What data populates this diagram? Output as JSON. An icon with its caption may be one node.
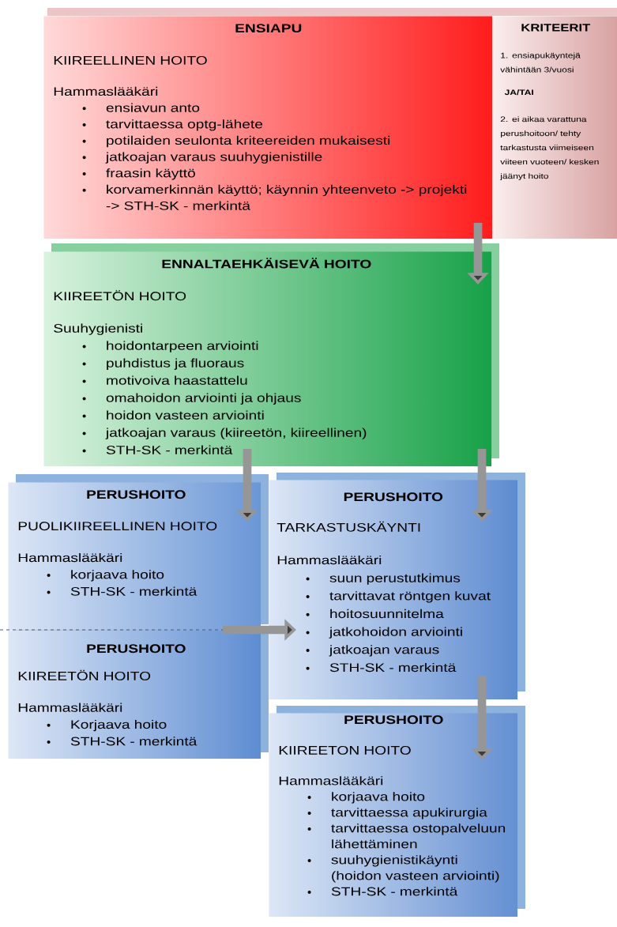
{
  "diagram": {
    "nodes": [
      {
        "text": [
          "ENSIAPU",
          "KIIREELLINEN HOITO",
          "Hammaslääkäri",
          "ensiavun anto",
          "tarvittaessa optg-lähete",
          "potilaiden seulonta kriteereiden mukaisesti",
          "jatkoajan varaus suuhygienistille",
          "fraasin käyttö",
          "korvamerkinnän käyttö; käynnin yhteenveto -> projekti -> STH-SK - merkintä"
        ]
      },
      {
        "text": [
          "KRITEERIT",
          "1. ensiapukäyntejä vähintään 3/vuosi",
          "JA/TAI",
          "2. ei aikaa varattuna perushoitoon/ tehty tarkastusta viimeiseen viiteen vuoteen/ kesken jäänyt hoito"
        ]
      },
      {
        "text": [
          "ENNALTAEHKÄISEVÄ HOITO",
          "KIIREETÖN HOITO",
          "Suuhygienisti",
          "hoidontarpeen arviointi",
          "puhdistus ja fluoraus",
          "motivoiva haastattelu",
          "omahoidon arviointi ja ohjaus",
          "hoidon vasteen arviointi",
          "jatkoajan varaus (kiireetön, kiireellinen)",
          "STH-SK - merkintä"
        ]
      },
      {
        "text": [
          "PERUSHOITO",
          "PUOLIKIIREELLINEN HOITO",
          "Hammaslääkäri",
          "korjaava hoito",
          "STH-SK - merkintä"
        ]
      },
      {
        "text": [
          "PERUSHOITO",
          "KIIREETÖN HOITO",
          "Hammaslääkäri",
          "Korjaava hoito",
          "STH-SK - merkintä"
        ]
      },
      {
        "text": [
          "PERUSHOITO",
          "TARKASTUSKÄYNTI",
          "Hammaslääkäri",
          "suun perustutkimus",
          "tarvittavat röntgen kuvat",
          "hoitosuunnitelma",
          "jatkohoidon arviointi",
          "jatkoajan varaus",
          "STH-SK - merkintä"
        ]
      },
      {
        "text": [
          "PERUSHOITO",
          "KIIREETON HOITO",
          "Hammaslääkäri",
          "korjaava hoito",
          "tarvittaessa apukirurgia",
          "tarvittaessa ostopalveluun lähettäminen",
          "suuhygienistikäynti (hoidon vasteen arviointi)",
          "STH-SK - merkintä"
        ]
      }
    ],
    "edges": [
      {
        "from": 0,
        "to": 2,
        "arrow": "to"
      },
      {
        "from": 2,
        "to": 3,
        "arrow": "to"
      },
      {
        "from": 2,
        "to": 5,
        "arrow": "to"
      },
      {
        "from": 3,
        "to": 5,
        "arrow": "to"
      },
      {
        "from": 4,
        "to": 5,
        "arrow": "to"
      },
      {
        "from": 5,
        "to": 6,
        "arrow": "to"
      }
    ]
  }
}
